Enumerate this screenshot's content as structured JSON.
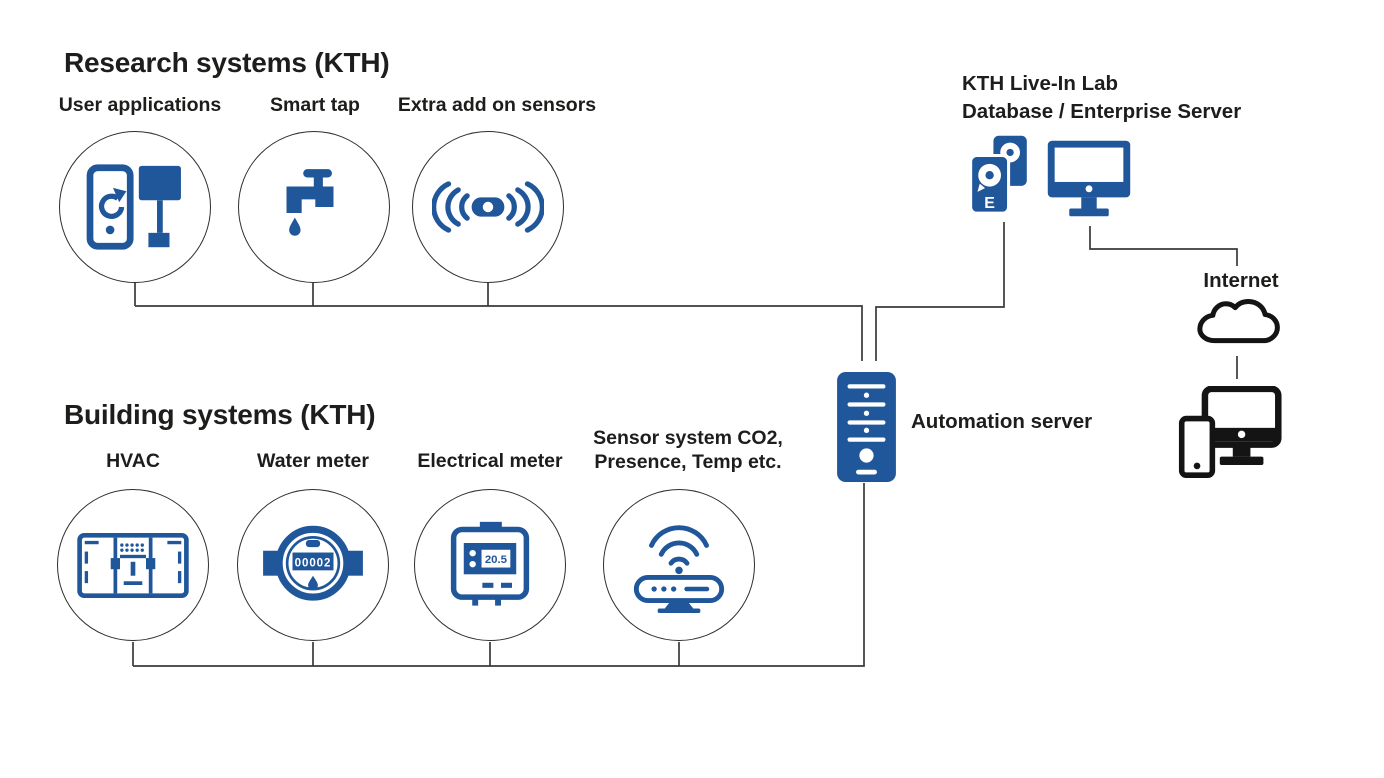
{
  "colors": {
    "brand_blue": "#20579B",
    "ink": "#1D1D1B",
    "connector": "#3A3A38"
  },
  "research": {
    "title": "Research systems (KTH)",
    "nodes": [
      {
        "label": "User applications",
        "icon": "smartphone-and-display-icon"
      },
      {
        "label": "Smart tap",
        "icon": "water-tap-icon"
      },
      {
        "label": "Extra add on sensors",
        "icon": "wireless-sensor-icon"
      }
    ]
  },
  "building": {
    "title": "Building systems (KTH)",
    "nodes": [
      {
        "label": "HVAC",
        "icon": "hvac-unit-icon"
      },
      {
        "label": "Water meter",
        "icon": "water-meter-icon",
        "reading": "00002"
      },
      {
        "label": "Electrical meter",
        "icon": "electrical-meter-icon",
        "reading": "20.5"
      },
      {
        "label_line1": "Sensor system CO2,",
        "label_line2": "Presence, Temp etc.",
        "icon": "wifi-sensor-icon"
      }
    ]
  },
  "automation_server": {
    "label": "Automation server",
    "icon": "server-tower-icon"
  },
  "enterprise_server": {
    "label_line1": "KTH Live-In Lab",
    "label_line2": "Database / Enterprise Server",
    "drive_letter": "E",
    "icons": [
      "hard-drive-stack-icon",
      "desktop-monitor-icon"
    ]
  },
  "internet": {
    "label": "Internet",
    "icons": [
      "cloud-icon",
      "connected-devices-icon"
    ]
  }
}
